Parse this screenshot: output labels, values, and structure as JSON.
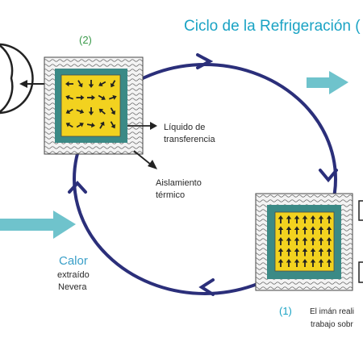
{
  "title": "Ciclo de la Refrigeración (",
  "label_2": "(2)",
  "label_1": "(1)",
  "liquido": [
    "Líquido de",
    "transferencia"
  ],
  "aislamiento": [
    "Aislamiento",
    "térmico"
  ],
  "calor": "Calor",
  "extraido": [
    "extraído",
    "Nevera"
  ],
  "iman": [
    "El imán reali",
    "trabajo sobr"
  ],
  "colors": {
    "title": "#1aa3c4",
    "cycle": "#2b2f7a",
    "calor": "#3a9fc8",
    "side_arrow": "#6fc3cc",
    "fluid": "#3b8a86",
    "magnet": "#f2d21f",
    "insulation_bg": "#f0f0f0",
    "text": "#2a2a2a"
  }
}
